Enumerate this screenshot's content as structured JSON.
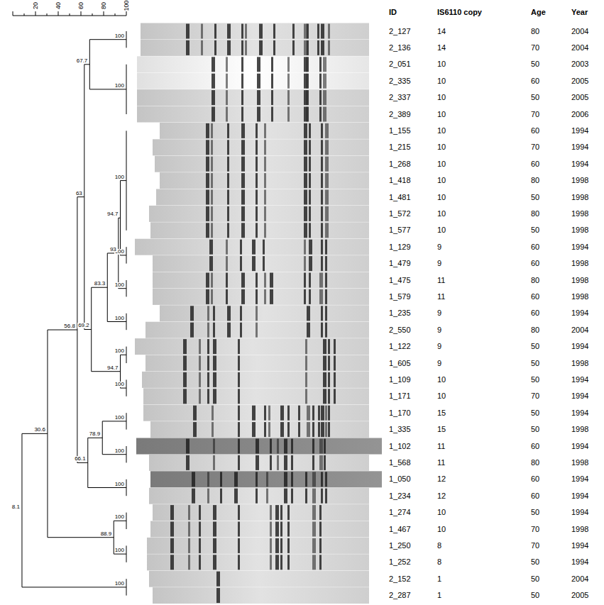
{
  "diagram": {
    "labels": [
      "20",
      "40",
      "60",
      "80",
      "100",
      "100",
      "67.7",
      "100",
      "63",
      "100",
      "94.7",
      "100",
      "93",
      "100",
      "83.3",
      "69.2",
      "100",
      "100",
      "94.7",
      "100",
      "56.8",
      "100",
      "78.9",
      "100",
      "66.1",
      "100",
      "30.6",
      "100",
      "88.9",
      "100",
      "8.1",
      "100",
      "ID",
      "IS6110 copy",
      "Age",
      "Year",
      "2_127",
      "14",
      "80",
      "2004",
      "2_136",
      "14",
      "70",
      "2004",
      "2_051",
      "10",
      "50",
      "2003",
      "2_335",
      "10",
      "60",
      "2005",
      "2_337",
      "10",
      "50",
      "2005",
      "2_389",
      "10",
      "70",
      "2006",
      "1_155",
      "10",
      "60",
      "1994",
      "1_215",
      "10",
      "70",
      "1994",
      "1_268",
      "10",
      "60",
      "1994",
      "1_418",
      "10",
      "80",
      "1998",
      "1_481",
      "10",
      "50",
      "1998",
      "1_572",
      "10",
      "80",
      "1998",
      "1_577",
      "10",
      "50",
      "1998",
      "1_129",
      "9",
      "60",
      "1994",
      "1_479",
      "9",
      "60",
      "1998",
      "1_475",
      "11",
      "80",
      "1998",
      "1_579",
      "11",
      "60",
      "1998",
      "1_235",
      "9",
      "60",
      "1994",
      "2_550",
      "9",
      "80",
      "2004",
      "1_122",
      "9",
      "50",
      "1994",
      "1_605",
      "9",
      "50",
      "1998",
      "1_109",
      "10",
      "50",
      "1994",
      "1_171",
      "10",
      "70",
      "1994",
      "1_170",
      "15",
      "50",
      "1994",
      "1_335",
      "15",
      "50",
      "1998",
      "1_102",
      "11",
      "60",
      "1994",
      "1_568",
      "11",
      "80",
      "1998",
      "1_050",
      "12",
      "60",
      "1994",
      "1_234",
      "12",
      "60",
      "1994",
      "1_274",
      "10",
      "50",
      "1994",
      "1_467",
      "10",
      "70",
      "1998",
      "1_250",
      "8",
      "70",
      "1994",
      "1_252",
      "8",
      "50",
      "1994",
      "2_152",
      "1",
      "50",
      "2004",
      "2_287",
      "1",
      "50",
      "2005"
    ]
  }
}
